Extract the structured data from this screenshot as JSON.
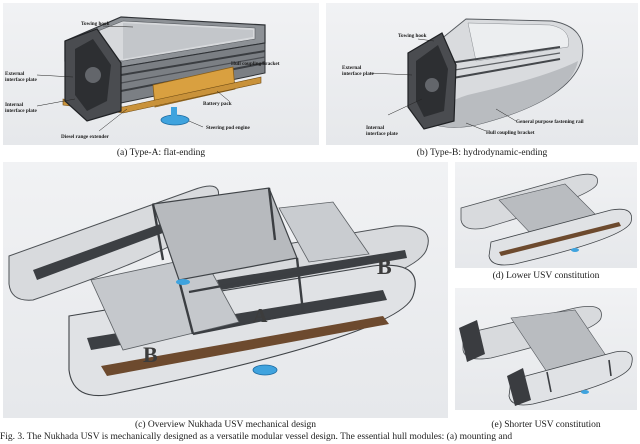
{
  "panels": {
    "a": {
      "caption": "(a) Type-A: flat-ending",
      "labels": {
        "towing_hook": "Towing hook",
        "external_plate": "External\ninterface plate",
        "internal_plate": "Internal\ninterface plate",
        "hull_bracket": "Hull coupling bracket",
        "battery": "Battery pack",
        "diesel": "Diesel range extender",
        "steering": "Steering pod engine"
      }
    },
    "b": {
      "caption": "(b) Type-B: hydrodynamic-ending",
      "labels": {
        "towing_hook": "Towing hook",
        "external_plate": "External\ninterface plate",
        "internal_plate": "Internal\ninterface plate",
        "rail": "General purpose fastening rail",
        "hull_bracket": "Hull coupling bracket"
      }
    },
    "c": {
      "caption": "(c) Overview Nukhada USV mechanical design",
      "letters": [
        "B",
        "A",
        "B"
      ]
    },
    "d": {
      "caption": "(d) Lower USV constitution"
    },
    "e": {
      "caption": "(e) Shorter USV constitution"
    }
  },
  "figure_caption": "Fig. 3.  The Nukhada USV is mechanically designed as a versatile modular vessel design. The essential hull modules: (a) mounting and"
}
